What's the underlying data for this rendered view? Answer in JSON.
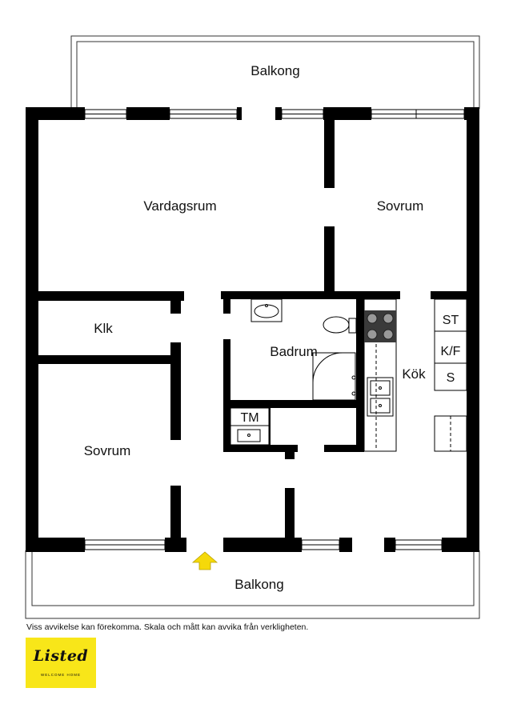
{
  "rooms": {
    "balkong_top": "Balkong",
    "vardagsrum": "Vardagsrum",
    "sovrum_right": "Sovrum",
    "klk": "Klk",
    "badrum": "Badrum",
    "kok": "Kök",
    "tm": "TM",
    "sovrum_left": "Sovrum",
    "balkong_bottom": "Balkong"
  },
  "appliances": {
    "st": "ST",
    "kf": "K/F",
    "s": "S"
  },
  "disclaimer": "Viss avvikelse kan förekomma. Skala och mått kan avvika från verkligheten.",
  "logo": {
    "wordmark": "Listed",
    "tagline": "WELCOME HOME",
    "color": "#f8e619"
  },
  "entrance_arrow_color": "#f5d90a",
  "wall_color": "#000000"
}
